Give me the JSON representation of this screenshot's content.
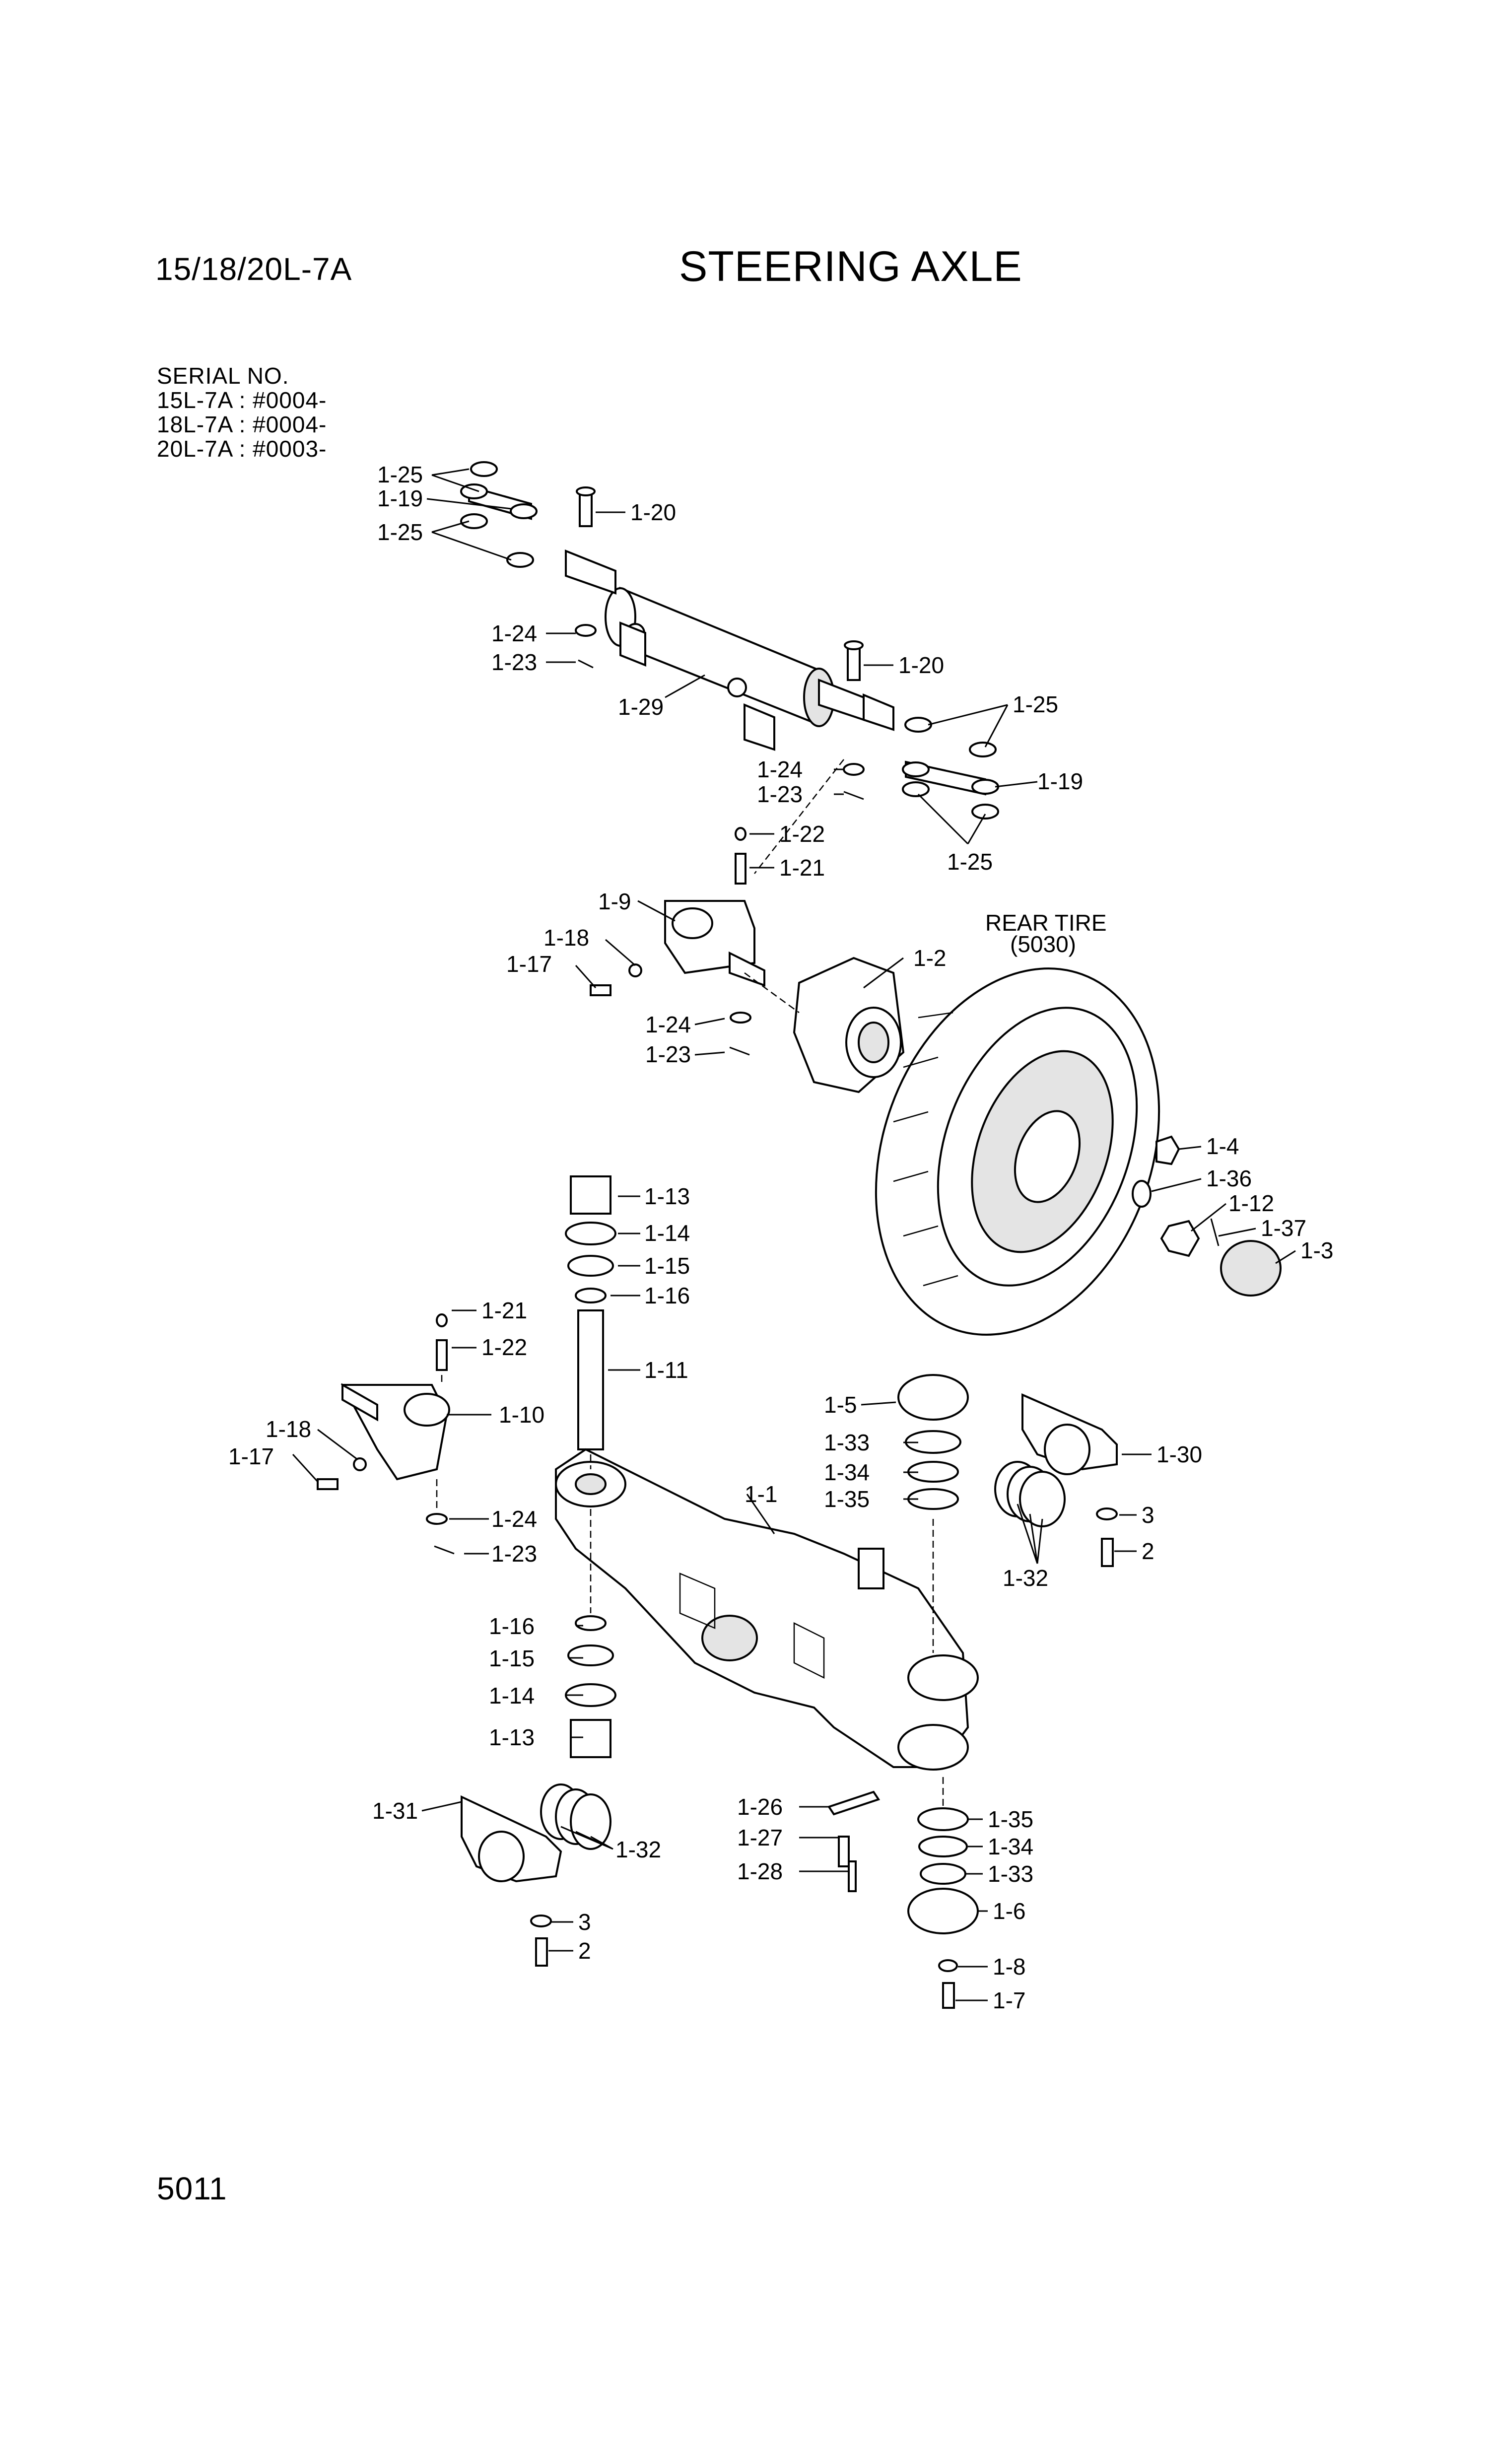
{
  "header": {
    "model": "15/18/20L-7A",
    "title": "STEERING AXLE"
  },
  "serial": {
    "heading": "SERIAL NO.",
    "lines": [
      "15L-7A : #0004-",
      "18L-7A : #0004-",
      "20L-7A : #0003-"
    ]
  },
  "rear_tire": {
    "label": "REAR TIRE",
    "code": "(5030)"
  },
  "callouts": [
    "1-25",
    "1-19",
    "1-25",
    "1-20",
    "1-24",
    "1-23",
    "1-29",
    "1-20",
    "1-25",
    "1-24",
    "1-23",
    "1-19",
    "1-25",
    "1-22",
    "1-21",
    "1-9",
    "1-18",
    "1-17",
    "1-24",
    "1-23",
    "1-2",
    "1-4",
    "1-36",
    "1-12",
    "1-37",
    "1-3",
    "1-13",
    "1-14",
    "1-15",
    "1-16",
    "1-11",
    "1-21",
    "1-22",
    "1-10",
    "1-18",
    "1-17",
    "1-24",
    "1-23",
    "1-5",
    "1-33",
    "1-34",
    "1-35",
    "1-30",
    "3",
    "2",
    "1-32",
    "1-1",
    "1-16",
    "1-15",
    "1-14",
    "1-13",
    "1-31",
    "1-32",
    "3",
    "2",
    "1-26",
    "1-27",
    "1-28",
    "1-35",
    "1-34",
    "1-33",
    "1-6",
    "1-8",
    "1-7"
  ],
  "page_number": "5011"
}
